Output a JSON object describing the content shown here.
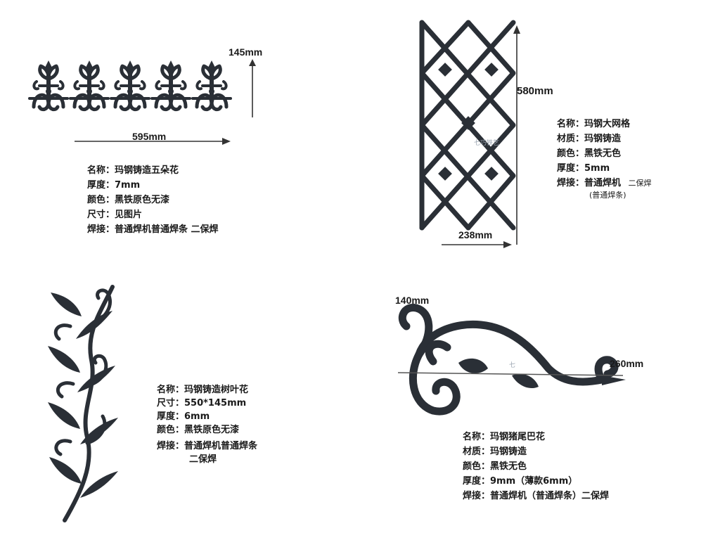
{
  "products": [
    {
      "id": "five-flower",
      "dims": {
        "height": "145mm",
        "width": "595mm"
      },
      "specs": [
        "名称：玛钢铸造五朵花",
        "厚度：7mm",
        "颜色：黑铁原色无漆",
        "尺寸：见图片",
        "焊接：普通焊机普通焊条  二保焊"
      ]
    },
    {
      "id": "big-grid",
      "dims": {
        "height": "580mm",
        "width": "238mm"
      },
      "specs": [
        "名称：玛钢大网格",
        "材质：玛钢铸造",
        "颜色：黑铁无色",
        "厚度：5mm",
        "焊接：普通焊机"
      ],
      "spec_extra": "二保焊",
      "spec_extra2": "(普通焊条)",
      "watermark": "七巧铁艺"
    },
    {
      "id": "leaf-flower",
      "specs": [
        "名称：玛钢铸造树叶花",
        "尺寸：550*145mm",
        "厚度：6mm",
        "颜色：黑铁原色无漆",
        "焊接：普通焊机普通焊条"
      ],
      "spec_extra": "二保焊"
    },
    {
      "id": "pig-tail",
      "dims": {
        "height": "140mm",
        "width": "260mm"
      },
      "specs": [
        "名称：玛钢猪尾巴花",
        "材质：玛钢铸造",
        "颜色：黑铁无色",
        "厚度：9mm（薄款6mm）",
        "焊接：普通焊机（普通焊条）二保焊"
      ],
      "watermark": "七"
    }
  ],
  "colors": {
    "iron": "#2a2f36",
    "text": "#1a1a1a",
    "background": "#ffffff"
  }
}
